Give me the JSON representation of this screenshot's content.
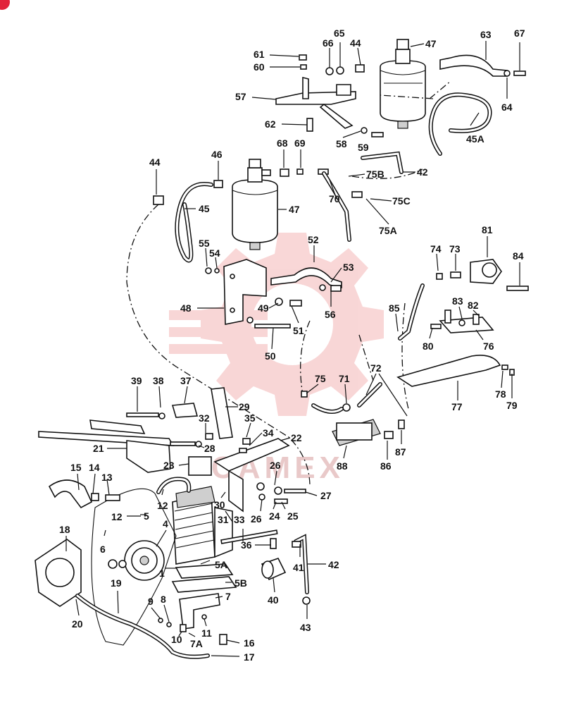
{
  "watermark": {
    "text": "CAMEX",
    "color": "#f4b6b6"
  },
  "badge": {
    "color": "#e2233a"
  },
  "labels": [
    {
      "id": "61",
      "text": "61"
    },
    {
      "id": "60",
      "text": "60"
    },
    {
      "id": "66",
      "text": "66"
    },
    {
      "id": "65",
      "text": "65"
    },
    {
      "id": "44a",
      "text": "44"
    },
    {
      "id": "47a",
      "text": "47"
    },
    {
      "id": "63",
      "text": "63"
    },
    {
      "id": "67",
      "text": "67"
    },
    {
      "id": "57",
      "text": "57"
    },
    {
      "id": "64",
      "text": "64"
    },
    {
      "id": "62",
      "text": "62"
    },
    {
      "id": "58",
      "text": "58"
    },
    {
      "id": "59",
      "text": "59"
    },
    {
      "id": "45A",
      "text": "45A"
    },
    {
      "id": "46",
      "text": "46"
    },
    {
      "id": "68",
      "text": "68"
    },
    {
      "id": "69",
      "text": "69"
    },
    {
      "id": "44b",
      "text": "44"
    },
    {
      "id": "75B",
      "text": "75B"
    },
    {
      "id": "42a",
      "text": "42"
    },
    {
      "id": "47b",
      "text": "47"
    },
    {
      "id": "70",
      "text": "70"
    },
    {
      "id": "75C",
      "text": "75C"
    },
    {
      "id": "45",
      "text": "45"
    },
    {
      "id": "75A",
      "text": "75A"
    },
    {
      "id": "81",
      "text": "81"
    },
    {
      "id": "55",
      "text": "55"
    },
    {
      "id": "54",
      "text": "54"
    },
    {
      "id": "52",
      "text": "52"
    },
    {
      "id": "74",
      "text": "74"
    },
    {
      "id": "73",
      "text": "73"
    },
    {
      "id": "84",
      "text": "84"
    },
    {
      "id": "53",
      "text": "53"
    },
    {
      "id": "48",
      "text": "48"
    },
    {
      "id": "49",
      "text": "49"
    },
    {
      "id": "56",
      "text": "56"
    },
    {
      "id": "85",
      "text": "85"
    },
    {
      "id": "83",
      "text": "83"
    },
    {
      "id": "82",
      "text": "82"
    },
    {
      "id": "51",
      "text": "51"
    },
    {
      "id": "80",
      "text": "80"
    },
    {
      "id": "76",
      "text": "76"
    },
    {
      "id": "50",
      "text": "50"
    },
    {
      "id": "72",
      "text": "72"
    },
    {
      "id": "78",
      "text": "78"
    },
    {
      "id": "39",
      "text": "39"
    },
    {
      "id": "38",
      "text": "38"
    },
    {
      "id": "37",
      "text": "37"
    },
    {
      "id": "75",
      "text": "75"
    },
    {
      "id": "71",
      "text": "71"
    },
    {
      "id": "77",
      "text": "77"
    },
    {
      "id": "79",
      "text": "79"
    },
    {
      "id": "29",
      "text": "29"
    },
    {
      "id": "32",
      "text": "32"
    },
    {
      "id": "35",
      "text": "35"
    },
    {
      "id": "34",
      "text": "34"
    },
    {
      "id": "22",
      "text": "22"
    },
    {
      "id": "87",
      "text": "87"
    },
    {
      "id": "21",
      "text": "21"
    },
    {
      "id": "28",
      "text": "28"
    },
    {
      "id": "23",
      "text": "23"
    },
    {
      "id": "26a",
      "text": "26"
    },
    {
      "id": "86",
      "text": "86"
    },
    {
      "id": "88",
      "text": "88"
    },
    {
      "id": "15",
      "text": "15"
    },
    {
      "id": "14",
      "text": "14"
    },
    {
      "id": "13",
      "text": "13"
    },
    {
      "id": "27",
      "text": "27"
    },
    {
      "id": "12a",
      "text": "12"
    },
    {
      "id": "30",
      "text": "30"
    },
    {
      "id": "12b",
      "text": "12"
    },
    {
      "id": "5",
      "text": "5"
    },
    {
      "id": "26b",
      "text": "26"
    },
    {
      "id": "24",
      "text": "24"
    },
    {
      "id": "25",
      "text": "25"
    },
    {
      "id": "4",
      "text": "4"
    },
    {
      "id": "31",
      "text": "31"
    },
    {
      "id": "33",
      "text": "33"
    },
    {
      "id": "18",
      "text": "18"
    },
    {
      "id": "6",
      "text": "6"
    },
    {
      "id": "36",
      "text": "36"
    },
    {
      "id": "42b",
      "text": "42"
    },
    {
      "id": "5A",
      "text": "5A"
    },
    {
      "id": "1",
      "text": "1"
    },
    {
      "id": "41",
      "text": "41"
    },
    {
      "id": "19",
      "text": "19"
    },
    {
      "id": "5B",
      "text": "5B"
    },
    {
      "id": "7",
      "text": "7"
    },
    {
      "id": "40",
      "text": "40"
    },
    {
      "id": "9",
      "text": "9"
    },
    {
      "id": "8",
      "text": "8"
    },
    {
      "id": "20",
      "text": "20"
    },
    {
      "id": "11",
      "text": "11"
    },
    {
      "id": "43",
      "text": "43"
    },
    {
      "id": "10",
      "text": "10"
    },
    {
      "id": "7A",
      "text": "7A"
    },
    {
      "id": "16",
      "text": "16"
    },
    {
      "id": "17",
      "text": "17"
    }
  ]
}
